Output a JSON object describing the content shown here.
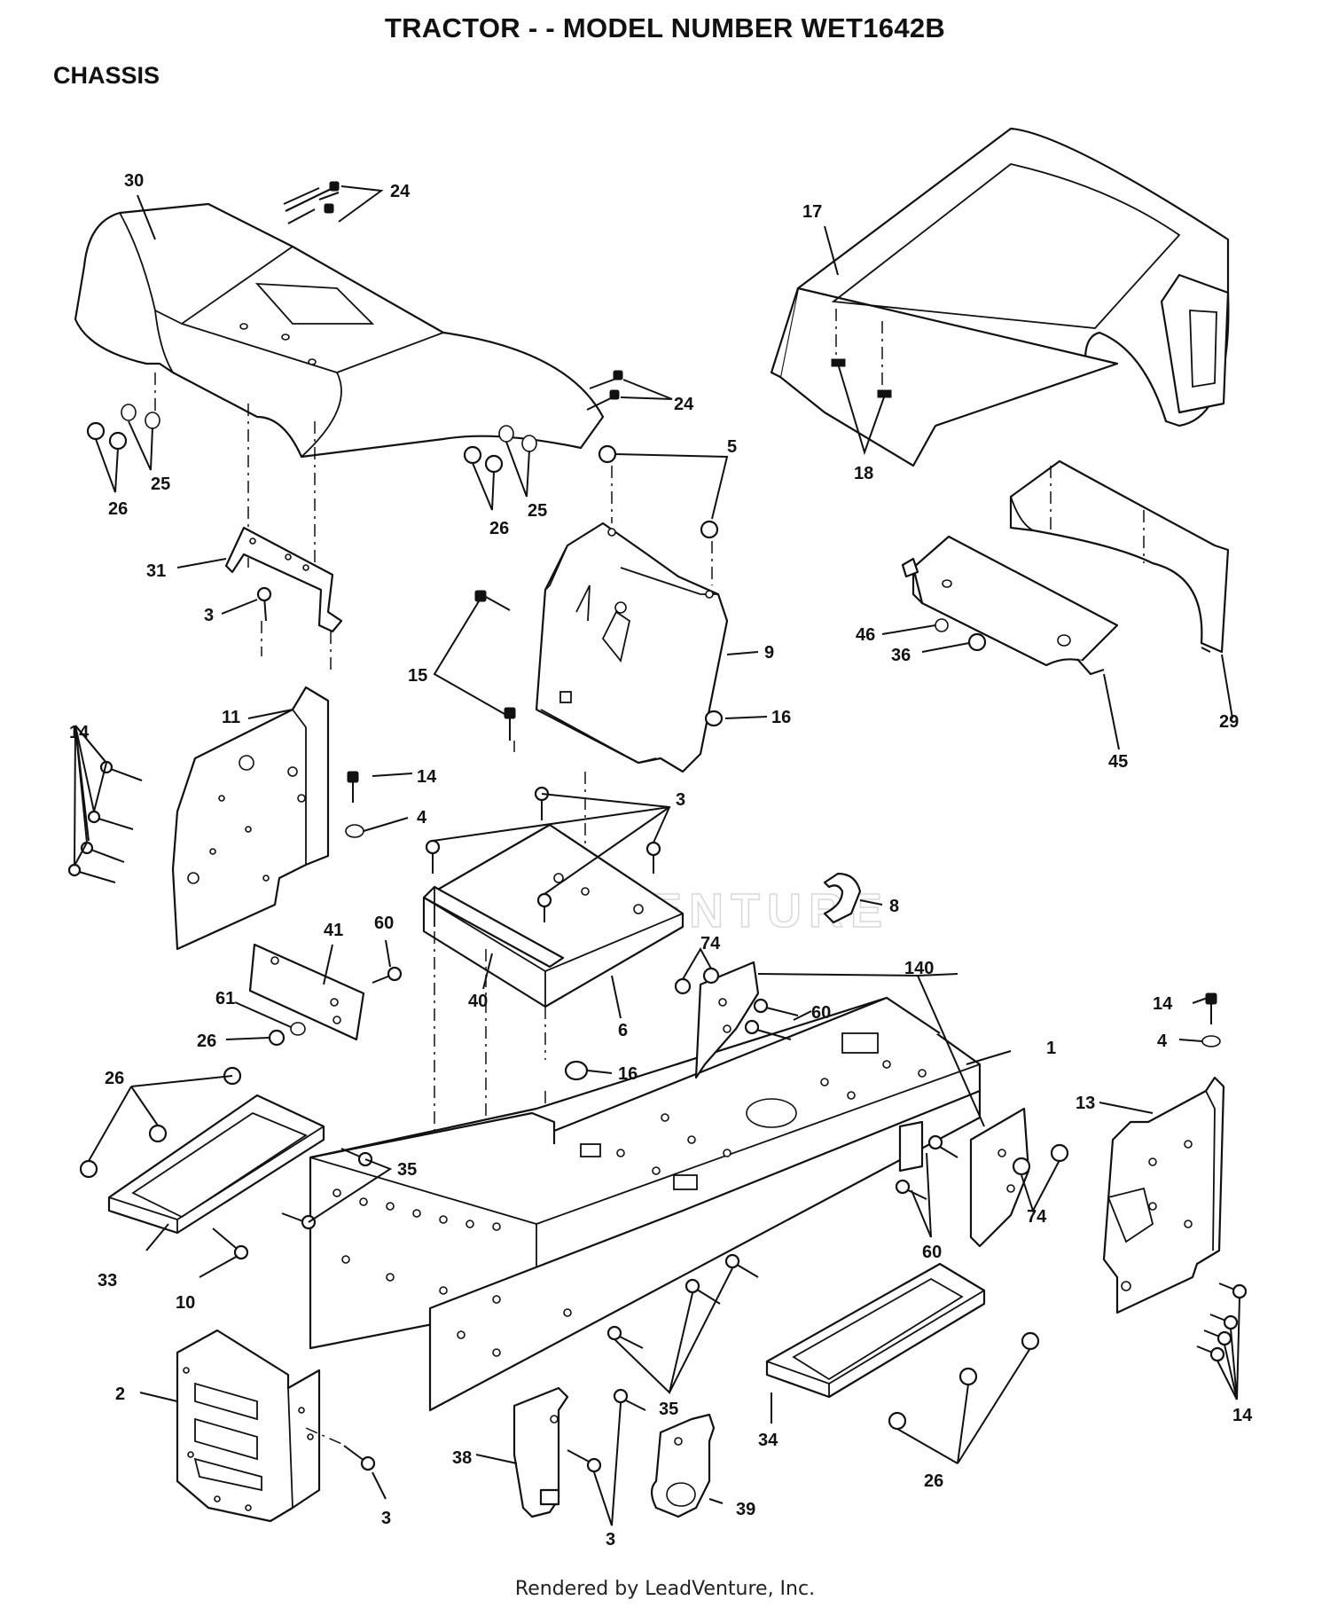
{
  "title": "TRACTOR - - MODEL NUMBER WET1642B",
  "section": "CHASSIS",
  "footer": "Rendered by LeadVenture, Inc.",
  "watermark": "LEADVENTURE",
  "callouts": {
    "c30": "30",
    "c24a": "24",
    "c24b": "24",
    "c17": "17",
    "c18": "18",
    "c25a": "25",
    "c26a": "26",
    "c25b": "25",
    "c26b": "26",
    "c5": "5",
    "c31": "31",
    "c3a": "3",
    "c9": "9",
    "c15": "15",
    "c16a": "16",
    "c46": "46",
    "c36": "36",
    "c29": "29",
    "c45": "45",
    "c14a": "14",
    "c11": "11",
    "c14b": "14",
    "c4a": "4",
    "c3b": "3",
    "c8": "8",
    "c41": "41",
    "c60a": "60",
    "c61": "61",
    "c26c": "26",
    "c40": "40",
    "c6": "6",
    "c74a": "74",
    "c140": "140",
    "c60b": "60",
    "c1": "1",
    "c16b": "16",
    "c14c": "14",
    "c4b": "4",
    "c13": "13",
    "c26d": "26",
    "c35a": "35",
    "c33": "33",
    "c10": "10",
    "c74b": "74",
    "c60c": "60",
    "c2": "2",
    "c3c": "3",
    "c35b": "35",
    "c34": "34",
    "c38": "38",
    "c3d": "3",
    "c39": "39",
    "c14d": "14",
    "c26e": "26"
  }
}
